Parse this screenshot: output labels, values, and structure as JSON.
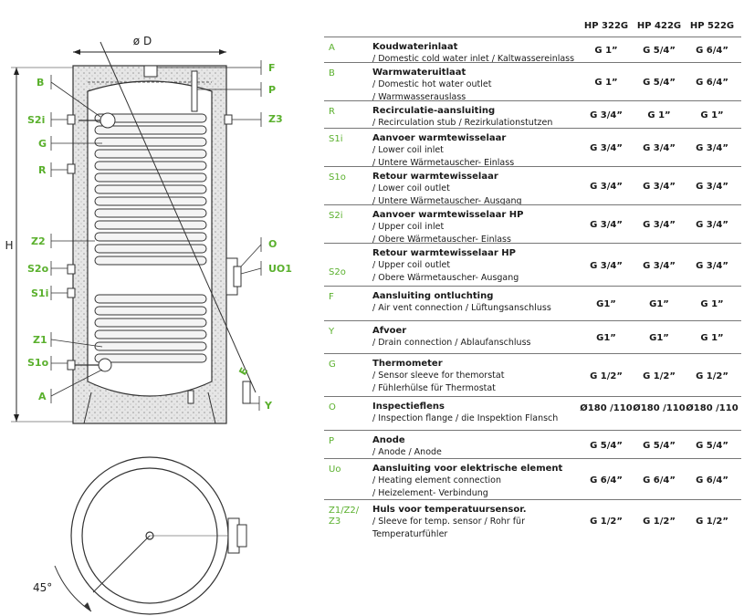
{
  "columns": [
    "HP 322G",
    "HP 422G",
    "HP 522G"
  ],
  "rows": [
    {
      "code": "A",
      "title": "Koudwaterinlaat",
      "sub": [
        "/ Domestic cold water inlet / Kaltwassereinlass"
      ],
      "values": [
        "G 1”",
        "G 5/4”",
        "G 6/4”"
      ]
    },
    {
      "code": "B",
      "title": "Warmwateruitlaat",
      "sub": [
        "/ Domestic hot water outlet",
        "/ Warmwasserauslass"
      ],
      "values": [
        "G 1”",
        "G 5/4”",
        "G 6/4”"
      ]
    },
    {
      "code": "R",
      "title": "Recirculatie-aansluiting",
      "sub": [
        "/ Recirculation stub / Rezirkulationstutzen"
      ],
      "values": [
        "G 3/4”",
        "G 1”",
        "G 1”"
      ]
    },
    {
      "code": "S1i",
      "title": "Aanvoer warmtewisselaar",
      "sub": [
        "/ Lower coil inlet",
        "/ Untere Wärmetauscher- Einlass"
      ],
      "values": [
        "G 3/4”",
        "G 3/4”",
        "G 3/4”"
      ]
    },
    {
      "code": "S1o",
      "title": "Retour warmtewisselaar",
      "sub": [
        "/ Lower coil outlet",
        "/ Untere Wärmetauscher- Ausgang"
      ],
      "values": [
        "G 3/4”",
        "G 3/4”",
        "G 3/4”"
      ]
    },
    {
      "code": "S2i",
      "title": "Aanvoer warmtewisselaar HP",
      "sub": [
        "/ Upper coil inlet",
        "/ Obere Wärmetauscher- Einlass"
      ],
      "values": [
        "G 3/4”",
        "G 3/4”",
        "G 3/4”"
      ]
    },
    {
      "code": "S2o",
      "title": "Retour warmtewisselaar HP",
      "sub": [
        "/ Upper coil outlet",
        "/ Obere Wärmetauscher- Ausgang"
      ],
      "values": [
        "G 3/4”",
        "G 3/4”",
        "G 3/4”"
      ]
    },
    {
      "code": "F",
      "title": "Aansluiting ontluchting",
      "sub": [
        "/ Air vent connection / Lüftungsanschluss"
      ],
      "values": [
        "G1”",
        "G1”",
        "G 1”"
      ]
    },
    {
      "code": "Y",
      "title": "Afvoer",
      "sub": [
        "/ Drain connection / Ablaufanschluss"
      ],
      "values": [
        "G1”",
        "G1”",
        "G 1”"
      ]
    },
    {
      "code": "G",
      "title": "Thermometer",
      "sub": [
        "/ Sensor sleeve for themorstat",
        "/ Fühlerhülse für Thermostat"
      ],
      "values": [
        "G 1/2”",
        "G 1/2”",
        "G 1/2”"
      ]
    },
    {
      "code": "O",
      "title": "Inspectieflens",
      "sub": [
        "/ Inspection flange / die Inspektion Flansch"
      ],
      "values": [
        "Ø180 /110",
        "Ø180 /110",
        "Ø180 /110"
      ]
    },
    {
      "code": "P",
      "title": "Anode",
      "sub": [
        "/ Anode / Anode"
      ],
      "values": [
        "G 5/4”",
        "G 5/4”",
        "G 5/4”"
      ]
    },
    {
      "code": "Uo",
      "title": "Aansluiting voor elektrische element",
      "sub": [
        "/ Heating element connection",
        "/ Heizelement- Verbindung"
      ],
      "values": [
        "G 6/4”",
        "G 6/4”",
        "G 6/4”"
      ]
    },
    {
      "code": "Z1/Z2/ Z3",
      "title": "Huls voor temperatuursensor.",
      "sub": [
        "/ Sleeve for temp. sensor / Rohr für",
        "Temperaturfühler"
      ],
      "values": [
        "G 1/2”",
        "G 1/2”",
        "G 1/2”"
      ]
    }
  ],
  "drawing": {
    "diameter_label": "ø D",
    "height_label": "H",
    "angle_label": "45°",
    "left_labels": [
      "B",
      "S2i",
      "G",
      "R",
      "Z2",
      "S2o",
      "S1i",
      "Z1",
      "S1o",
      "A"
    ],
    "right_labels": [
      "F",
      "P",
      "Z3",
      "O",
      "UO1",
      "Y"
    ],
    "diagonal_label": "E",
    "colors": {
      "accent": "#5ab02d",
      "line": "#333333",
      "insulation": "#dcdcdc"
    }
  }
}
